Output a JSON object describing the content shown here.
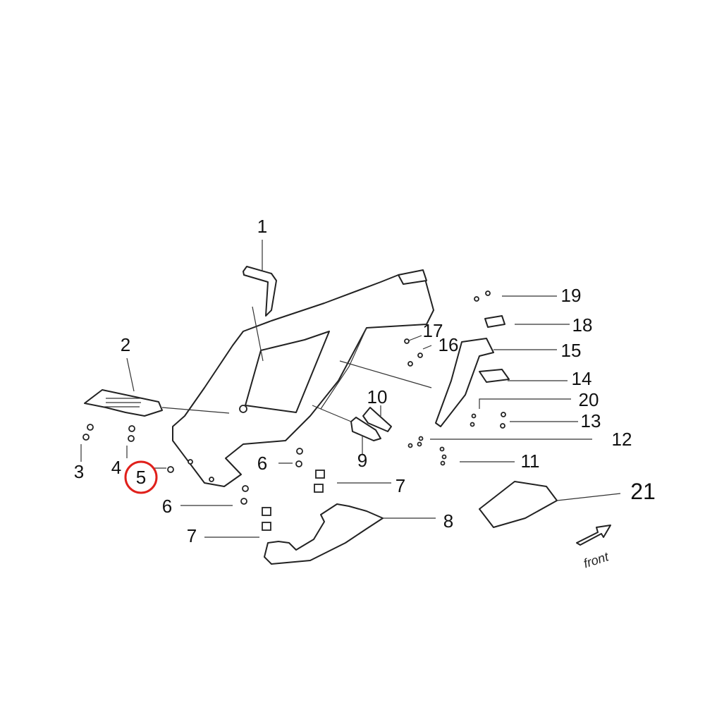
{
  "callouts": {
    "c1": "1",
    "c2": "2",
    "c3": "3",
    "c4": "4",
    "c5": "5",
    "c6a": "6",
    "c6b": "6",
    "c7a": "7",
    "c7b": "7",
    "c8": "8",
    "c9": "9",
    "c10": "10",
    "c11": "11",
    "c12": "12",
    "c13": "13",
    "c14": "14",
    "c15": "15",
    "c16": "16",
    "c17": "17",
    "c18": "18",
    "c19": "19",
    "c20": "20",
    "c21": "21"
  },
  "direction_label": "front",
  "highlight": {
    "callout": "5",
    "color": "#e0201b"
  }
}
